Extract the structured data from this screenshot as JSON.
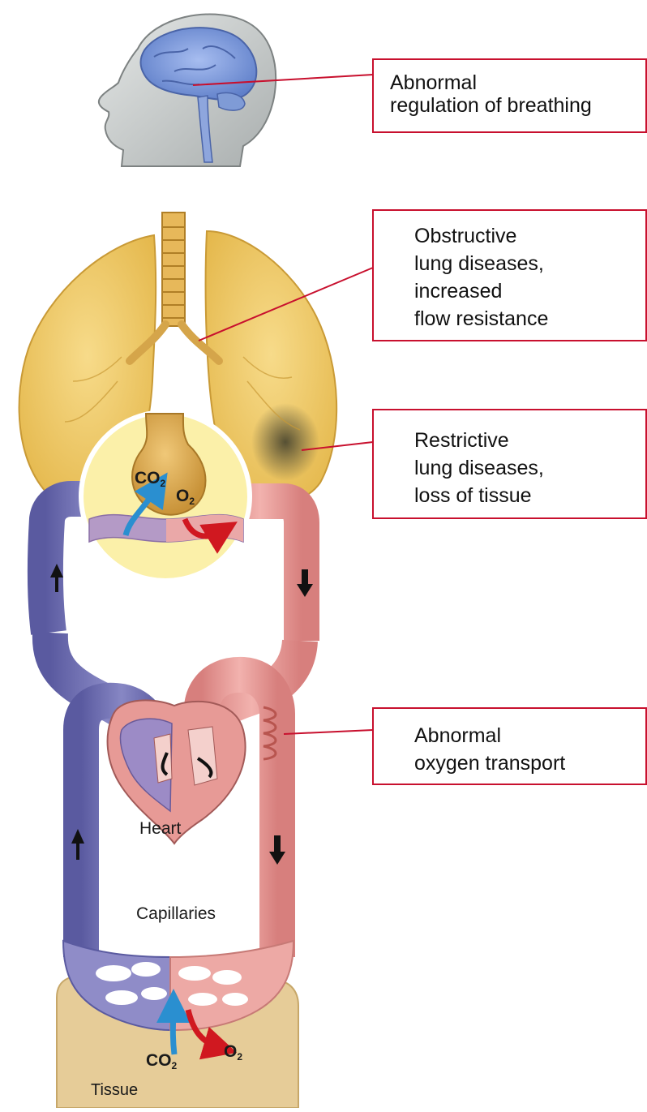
{
  "callouts": [
    {
      "id": "breathing",
      "text": "Abnormal\nregulation of breathing"
    },
    {
      "id": "obstructive",
      "text": "Obstructive\nlung diseases,\nincreased\nflow resistance"
    },
    {
      "id": "restrictive",
      "text": "Restrictive\nlung diseases,\nloss of tissue"
    },
    {
      "id": "oxygen",
      "text": "Abnormal\noxygen transport"
    }
  ],
  "labels": {
    "heart": "Heart",
    "capillaries": "Capillaries",
    "tissue": "Tissue",
    "co2_base": "CO",
    "o2_base": "O",
    "sub2": "2"
  },
  "colors": {
    "callout_border": "#c8102e",
    "venous_blood": "#6f6fb0",
    "arterial_blood": "#e99a98",
    "lung": "#f0c860",
    "tissue": "#e6cc98",
    "co2_arrow": "#2a8fd0",
    "o2_arrow": "#d01820",
    "head": "#cfd3d3",
    "brain": "#7f9bd6"
  },
  "icons": [
    "head-icon",
    "brain-icon",
    "lungs-icon",
    "trachea-icon",
    "alveolus-icon",
    "heart-icon",
    "capillary-bed-icon",
    "tissue-block-icon"
  ]
}
